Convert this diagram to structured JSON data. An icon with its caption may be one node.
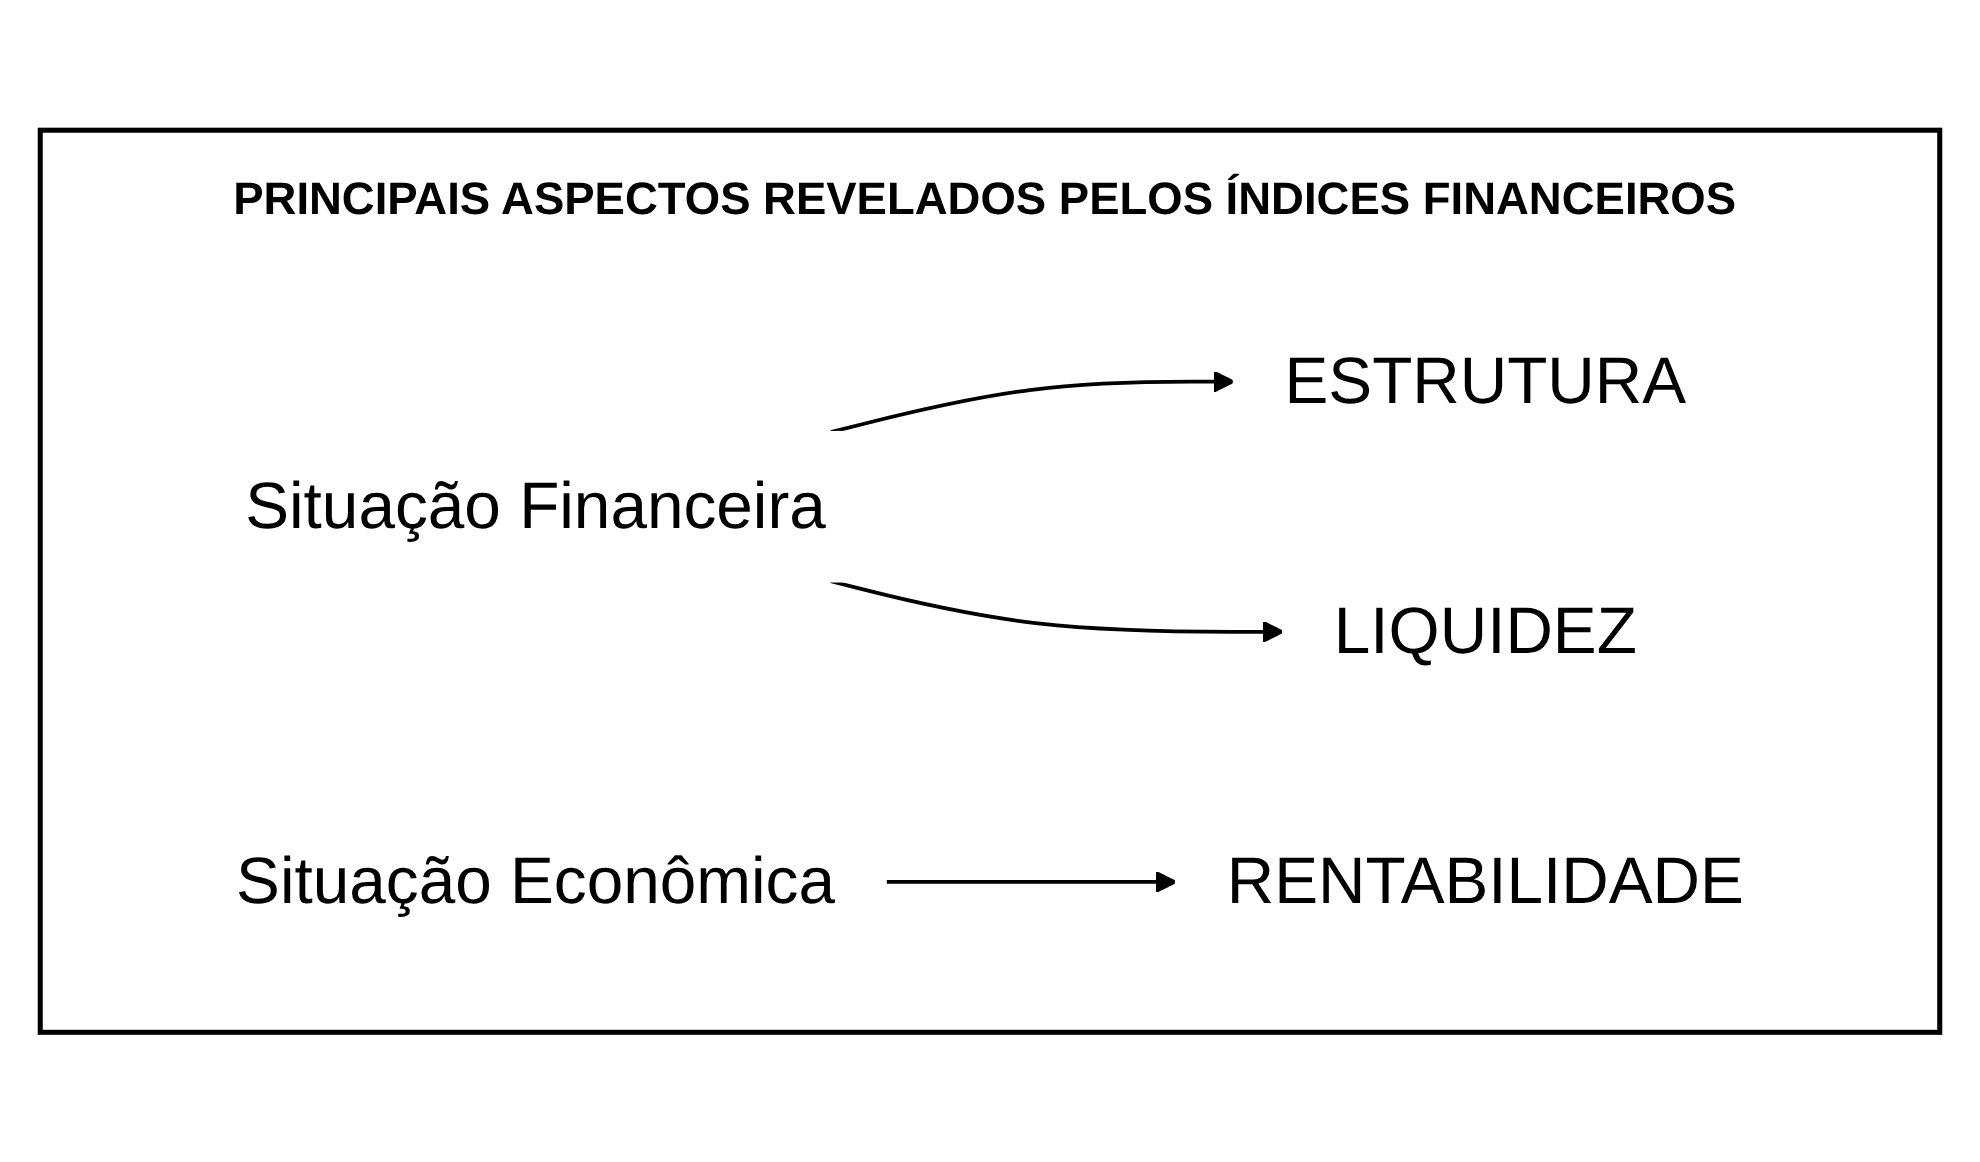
{
  "diagram": {
    "nodes": [
      {
        "text": [
          "PRINCIPAIS ASPECTOS REVELADOS PELOS ÍNDICES FINANCEIROS"
        ]
      },
      {
        "text": [
          "Situação Financeira"
        ],
        "in": 0
      },
      {
        "text": [
          "ESTRUTURA"
        ],
        "in": 0
      },
      {
        "text": [
          "LIQUIDEZ"
        ],
        "in": 0
      },
      {
        "text": [
          "Situação Econômica"
        ],
        "in": 0
      },
      {
        "text": [
          "RENTABILIDADE"
        ],
        "in": 0
      }
    ],
    "edges": [
      {
        "from": 1,
        "to": 2,
        "arrow": "to"
      },
      {
        "from": 1,
        "to": 3,
        "arrow": "to"
      },
      {
        "from": 4,
        "to": 5,
        "arrow": "to"
      }
    ]
  }
}
